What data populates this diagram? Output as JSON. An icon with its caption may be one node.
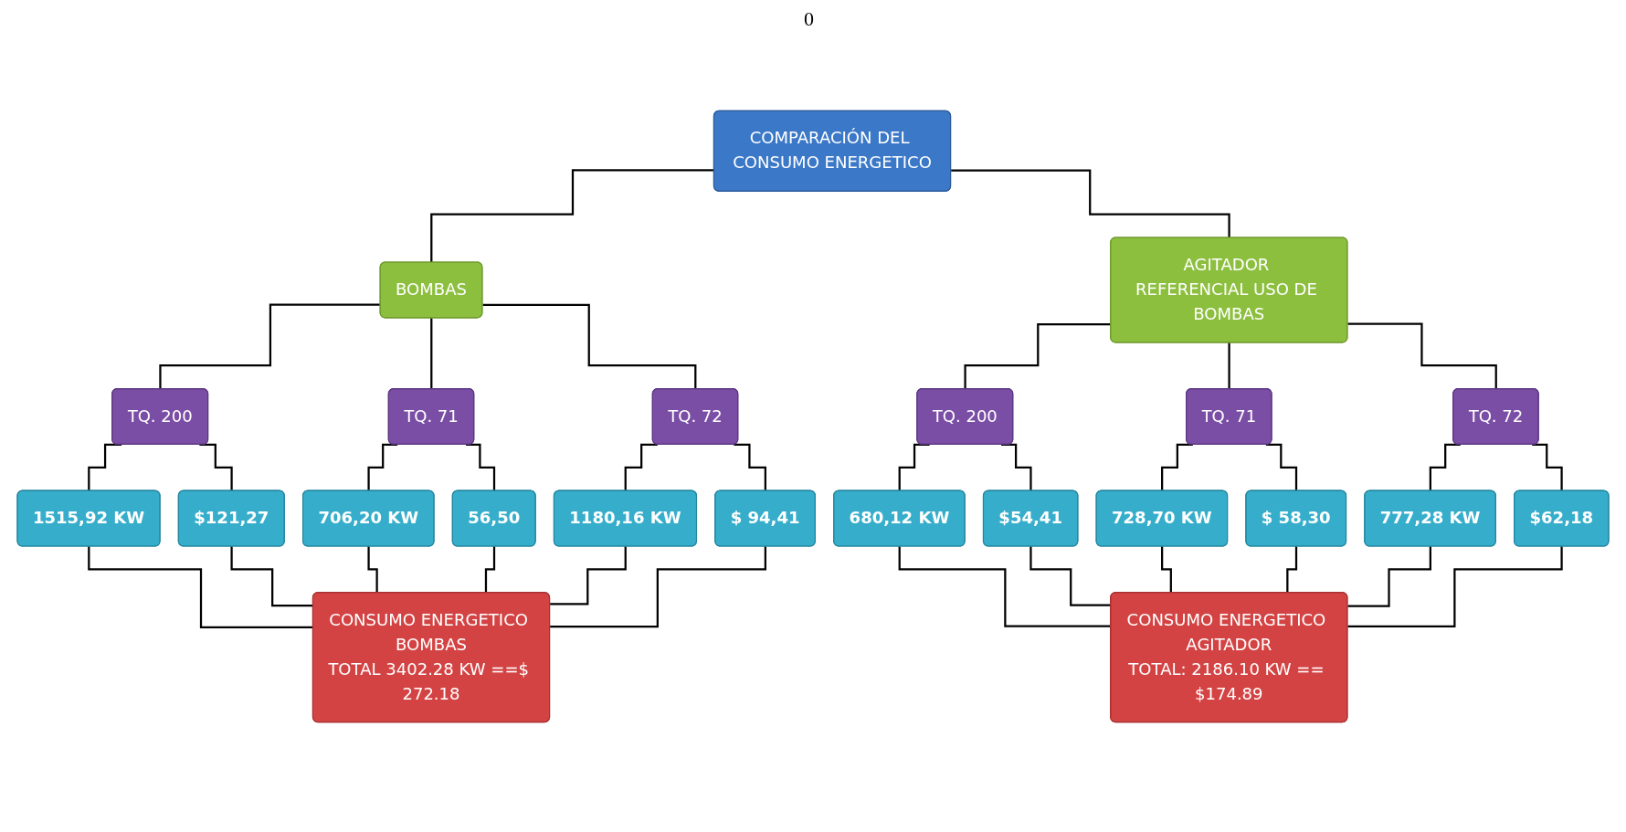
{
  "diagram": {
    "nodes": [
      {
        "text": [
          "COMPARACIÓN DEL CONSUMO ENERGETICO"
        ]
      },
      {
        "text": [
          "BOMBAS"
        ]
      },
      {
        "text": [
          "AGITADOR REFERENCIAL USO DE BOMBAS"
        ]
      },
      {
        "text": [
          "TQ. 200"
        ]
      },
      {
        "text": [
          "TQ. 71"
        ]
      },
      {
        "text": [
          "TQ. 72"
        ]
      },
      {
        "text": [
          "TQ. 200"
        ]
      },
      {
        "text": [
          "TQ. 71"
        ]
      },
      {
        "text": [
          "TQ. 72"
        ]
      },
      {
        "text": [
          "1515,92 KW"
        ]
      },
      {
        "text": [
          "$121,27"
        ]
      },
      {
        "text": [
          "706,20 KW"
        ]
      },
      {
        "text": [
          "56,50"
        ]
      },
      {
        "text": [
          "1180,16 KW"
        ]
      },
      {
        "text": [
          "$ 94,41"
        ]
      },
      {
        "text": [
          "680,12 KW"
        ]
      },
      {
        "text": [
          "$54,41"
        ]
      },
      {
        "text": [
          "728,70 KW"
        ]
      },
      {
        "text": [
          "$ 58,30"
        ]
      },
      {
        "text": [
          "777,28 KW"
        ]
      },
      {
        "text": [
          "$62,18"
        ]
      },
      {
        "text": [
          "CONSUMO ENERGETICO BOMBAS",
          "TOTAL 3402.28 KW ==$ 272.18"
        ]
      },
      {
        "text": [
          "CONSUMO ENERGETICO AGITADOR",
          "TOTAL: 2186.10 KW == $174.89"
        ]
      }
    ],
    "edges": [
      {
        "from": 0,
        "to": 1,
        "arrow": "none"
      },
      {
        "from": 0,
        "to": 2,
        "arrow": "none"
      },
      {
        "from": 1,
        "to": 3,
        "arrow": "none"
      },
      {
        "from": 1,
        "to": 4,
        "arrow": "none"
      },
      {
        "from": 1,
        "to": 5,
        "arrow": "none"
      },
      {
        "from": 2,
        "to": 6,
        "arrow": "none"
      },
      {
        "from": 2,
        "to": 7,
        "arrow": "none"
      },
      {
        "from": 2,
        "to": 8,
        "arrow": "none"
      },
      {
        "from": 3,
        "to": 9,
        "arrow": "none"
      },
      {
        "from": 3,
        "to": 10,
        "arrow": "none"
      },
      {
        "from": 4,
        "to": 11,
        "arrow": "none"
      },
      {
        "from": 4,
        "to": 12,
        "arrow": "none"
      },
      {
        "from": 5,
        "to": 13,
        "arrow": "none"
      },
      {
        "from": 5,
        "to": 14,
        "arrow": "none"
      },
      {
        "from": 6,
        "to": 15,
        "arrow": "none"
      },
      {
        "from": 6,
        "to": 16,
        "arrow": "none"
      },
      {
        "from": 7,
        "to": 17,
        "arrow": "none"
      },
      {
        "from": 7,
        "to": 18,
        "arrow": "none"
      },
      {
        "from": 8,
        "to": 19,
        "arrow": "none"
      },
      {
        "from": 8,
        "to": 20,
        "arrow": "none"
      },
      {
        "from": 9,
        "to": 21,
        "arrow": "none"
      },
      {
        "from": 10,
        "to": 21,
        "arrow": "none"
      },
      {
        "from": 11,
        "to": 21,
        "arrow": "none"
      },
      {
        "from": 12,
        "to": 21,
        "arrow": "none"
      },
      {
        "from": 13,
        "to": 21,
        "arrow": "none"
      },
      {
        "from": 14,
        "to": 21,
        "arrow": "none"
      },
      {
        "from": 15,
        "to": 22,
        "arrow": "none"
      },
      {
        "from": 16,
        "to": 22,
        "arrow": "none"
      },
      {
        "from": 17,
        "to": 22,
        "arrow": "none"
      },
      {
        "from": 18,
        "to": 22,
        "arrow": "none"
      },
      {
        "from": 19,
        "to": 22,
        "arrow": "none"
      },
      {
        "from": 20,
        "to": 22,
        "arrow": "none"
      }
    ],
    "labels": [
      "0"
    ]
  }
}
